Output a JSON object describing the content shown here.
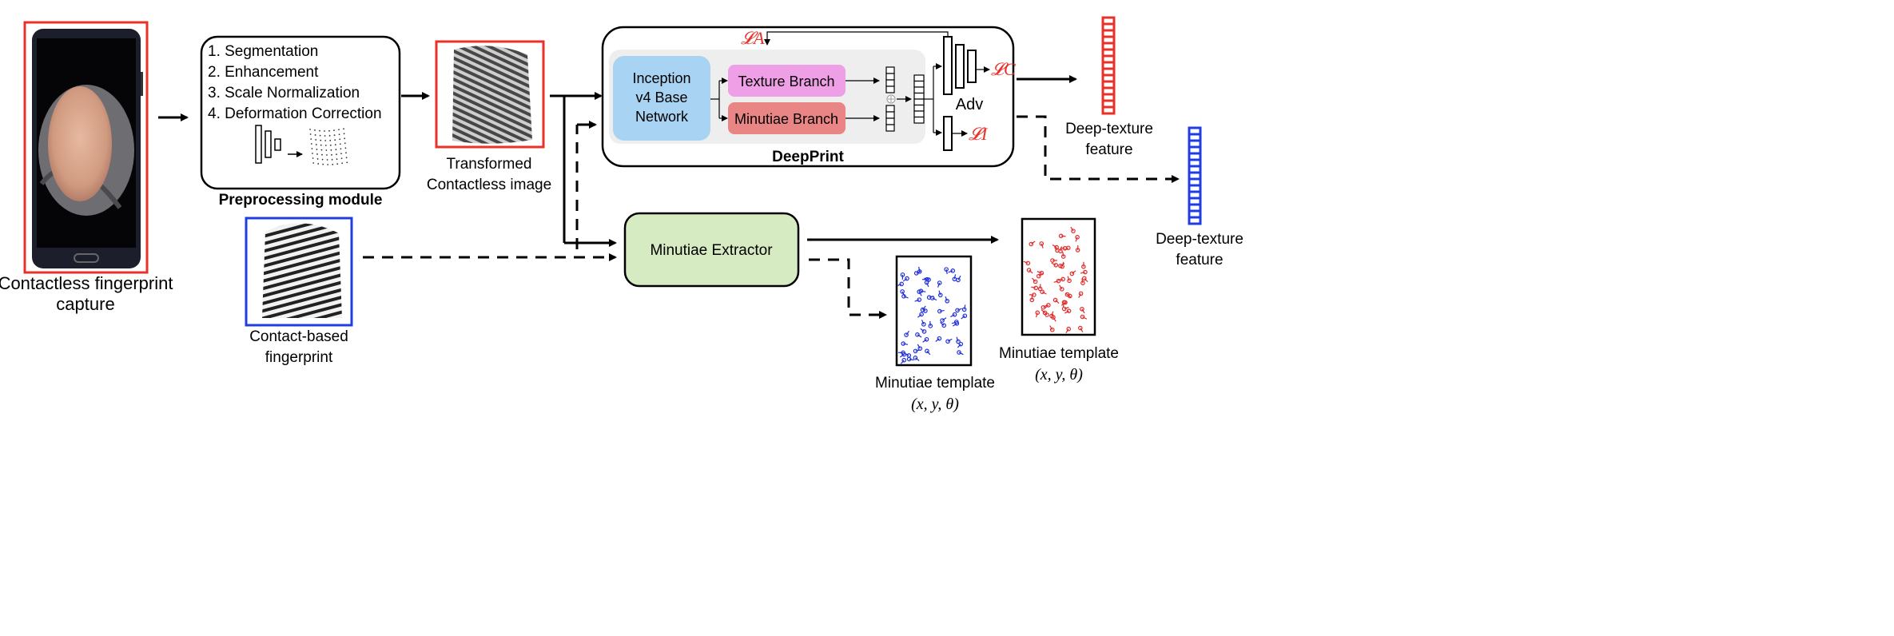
{
  "phone": {
    "caption": [
      "Contactless fingerprint",
      "capture"
    ]
  },
  "preprocessing": {
    "steps": [
      "1. Segmentation",
      "2. Enhancement",
      "3. Scale Normalization",
      "4. Deformation Correction"
    ],
    "title": "Preprocessing module"
  },
  "transformed": {
    "caption": [
      "Transformed",
      "Contactless image"
    ]
  },
  "contact_based": {
    "caption": [
      "Contact-based",
      "fingerprint"
    ]
  },
  "deepprint": {
    "title": "DeepPrint",
    "base_network": [
      "Inception",
      "v4 Base",
      "Network"
    ],
    "texture_branch": "Texture Branch",
    "minutiae_branch": "Minutiae Branch",
    "adv_label": "Adv",
    "loss_a": "𝓛A",
    "loss_c": "𝓛C",
    "loss_i": "𝓛I"
  },
  "minutiae_extractor": {
    "label": "Minutiae Extractor"
  },
  "outputs": {
    "deep_texture_red": [
      "Deep-texture",
      "feature"
    ],
    "deep_texture_blue": [
      "Deep-texture",
      "feature"
    ],
    "minutiae_template_right": [
      "Minutiae template",
      "(x, y, θ)"
    ],
    "minutiae_template_left": [
      "Minutiae template",
      "(x, y, θ)"
    ]
  },
  "colors": {
    "red": "#e8312a",
    "blue": "#1f3ee0",
    "light_blue": "#a9d3f2",
    "pink": "#ee9fe6",
    "salmon": "#ea8585",
    "green": "#d6ebc1",
    "panel_gray": "#eeeeee",
    "minutiae_blue": "#1f2fd8",
    "minutiae_red": "#e02a2a"
  }
}
